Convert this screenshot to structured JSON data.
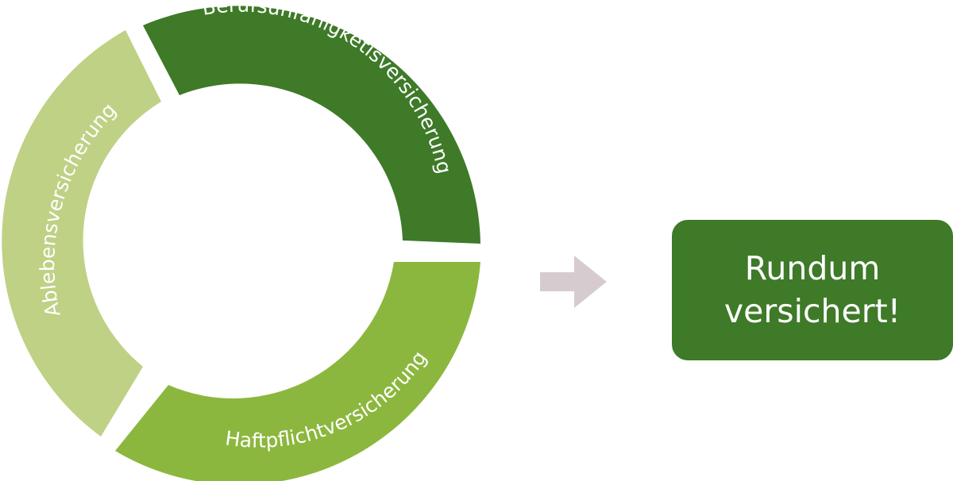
{
  "diagram": {
    "segments": [
      {
        "label": "Berufsunfähigketisversicherung",
        "color": "#3e7a28"
      },
      {
        "label": "Haftpflichtversicherung",
        "color": "#8cb73e"
      },
      {
        "label": "Ablebensversicherung",
        "color": "#bfd185"
      }
    ],
    "arrow_color": "#d6cccf",
    "result": {
      "line1": "Rundum",
      "line2": "versichert!",
      "color": "#3e7a28"
    }
  }
}
